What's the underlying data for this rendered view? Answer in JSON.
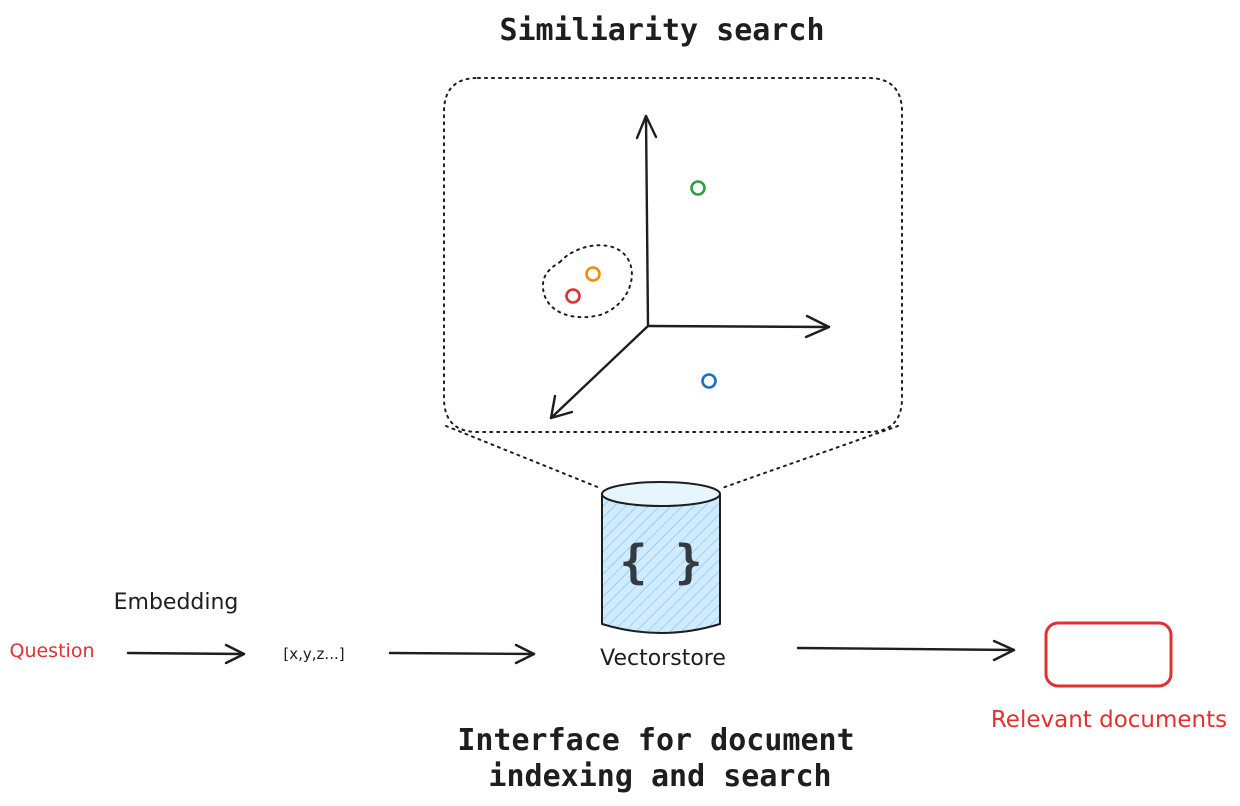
{
  "title": "Similiarity search",
  "caption": {
    "line1": "Interface for document",
    "line2": "indexing and search"
  },
  "nodes": {
    "question": "Question",
    "embedding": "Embedding",
    "vector": "[x,y,z...]",
    "vectorstore": "Vectorstore",
    "braces": "{ }",
    "relevant_documents": "Relevant documents"
  },
  "points": [
    {
      "color": "#2f9e44",
      "name": "green-point-icon"
    },
    {
      "color": "#f08c00",
      "name": "orange-point-icon"
    },
    {
      "color": "#e03131",
      "name": "red-point-icon"
    },
    {
      "color": "#1971c2",
      "name": "blue-point-icon"
    }
  ],
  "colors": {
    "ink": "#1e1e1e",
    "accent_red": "#e03131",
    "cylinder_fill": "#d0ebff",
    "cylinder_hatch": "#74c0fc"
  }
}
